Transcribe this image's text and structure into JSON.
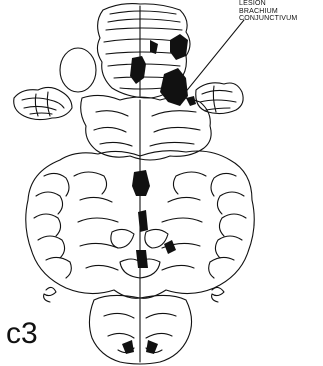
{
  "figure": {
    "annotation_lines": [
      "LESION",
      "BRACHIUM",
      "CONJUNCTIVUM"
    ],
    "panel_label": "c3"
  },
  "colors": {
    "ink": "#111111",
    "lesion_fill": "#111111",
    "background": "#ffffff"
  }
}
